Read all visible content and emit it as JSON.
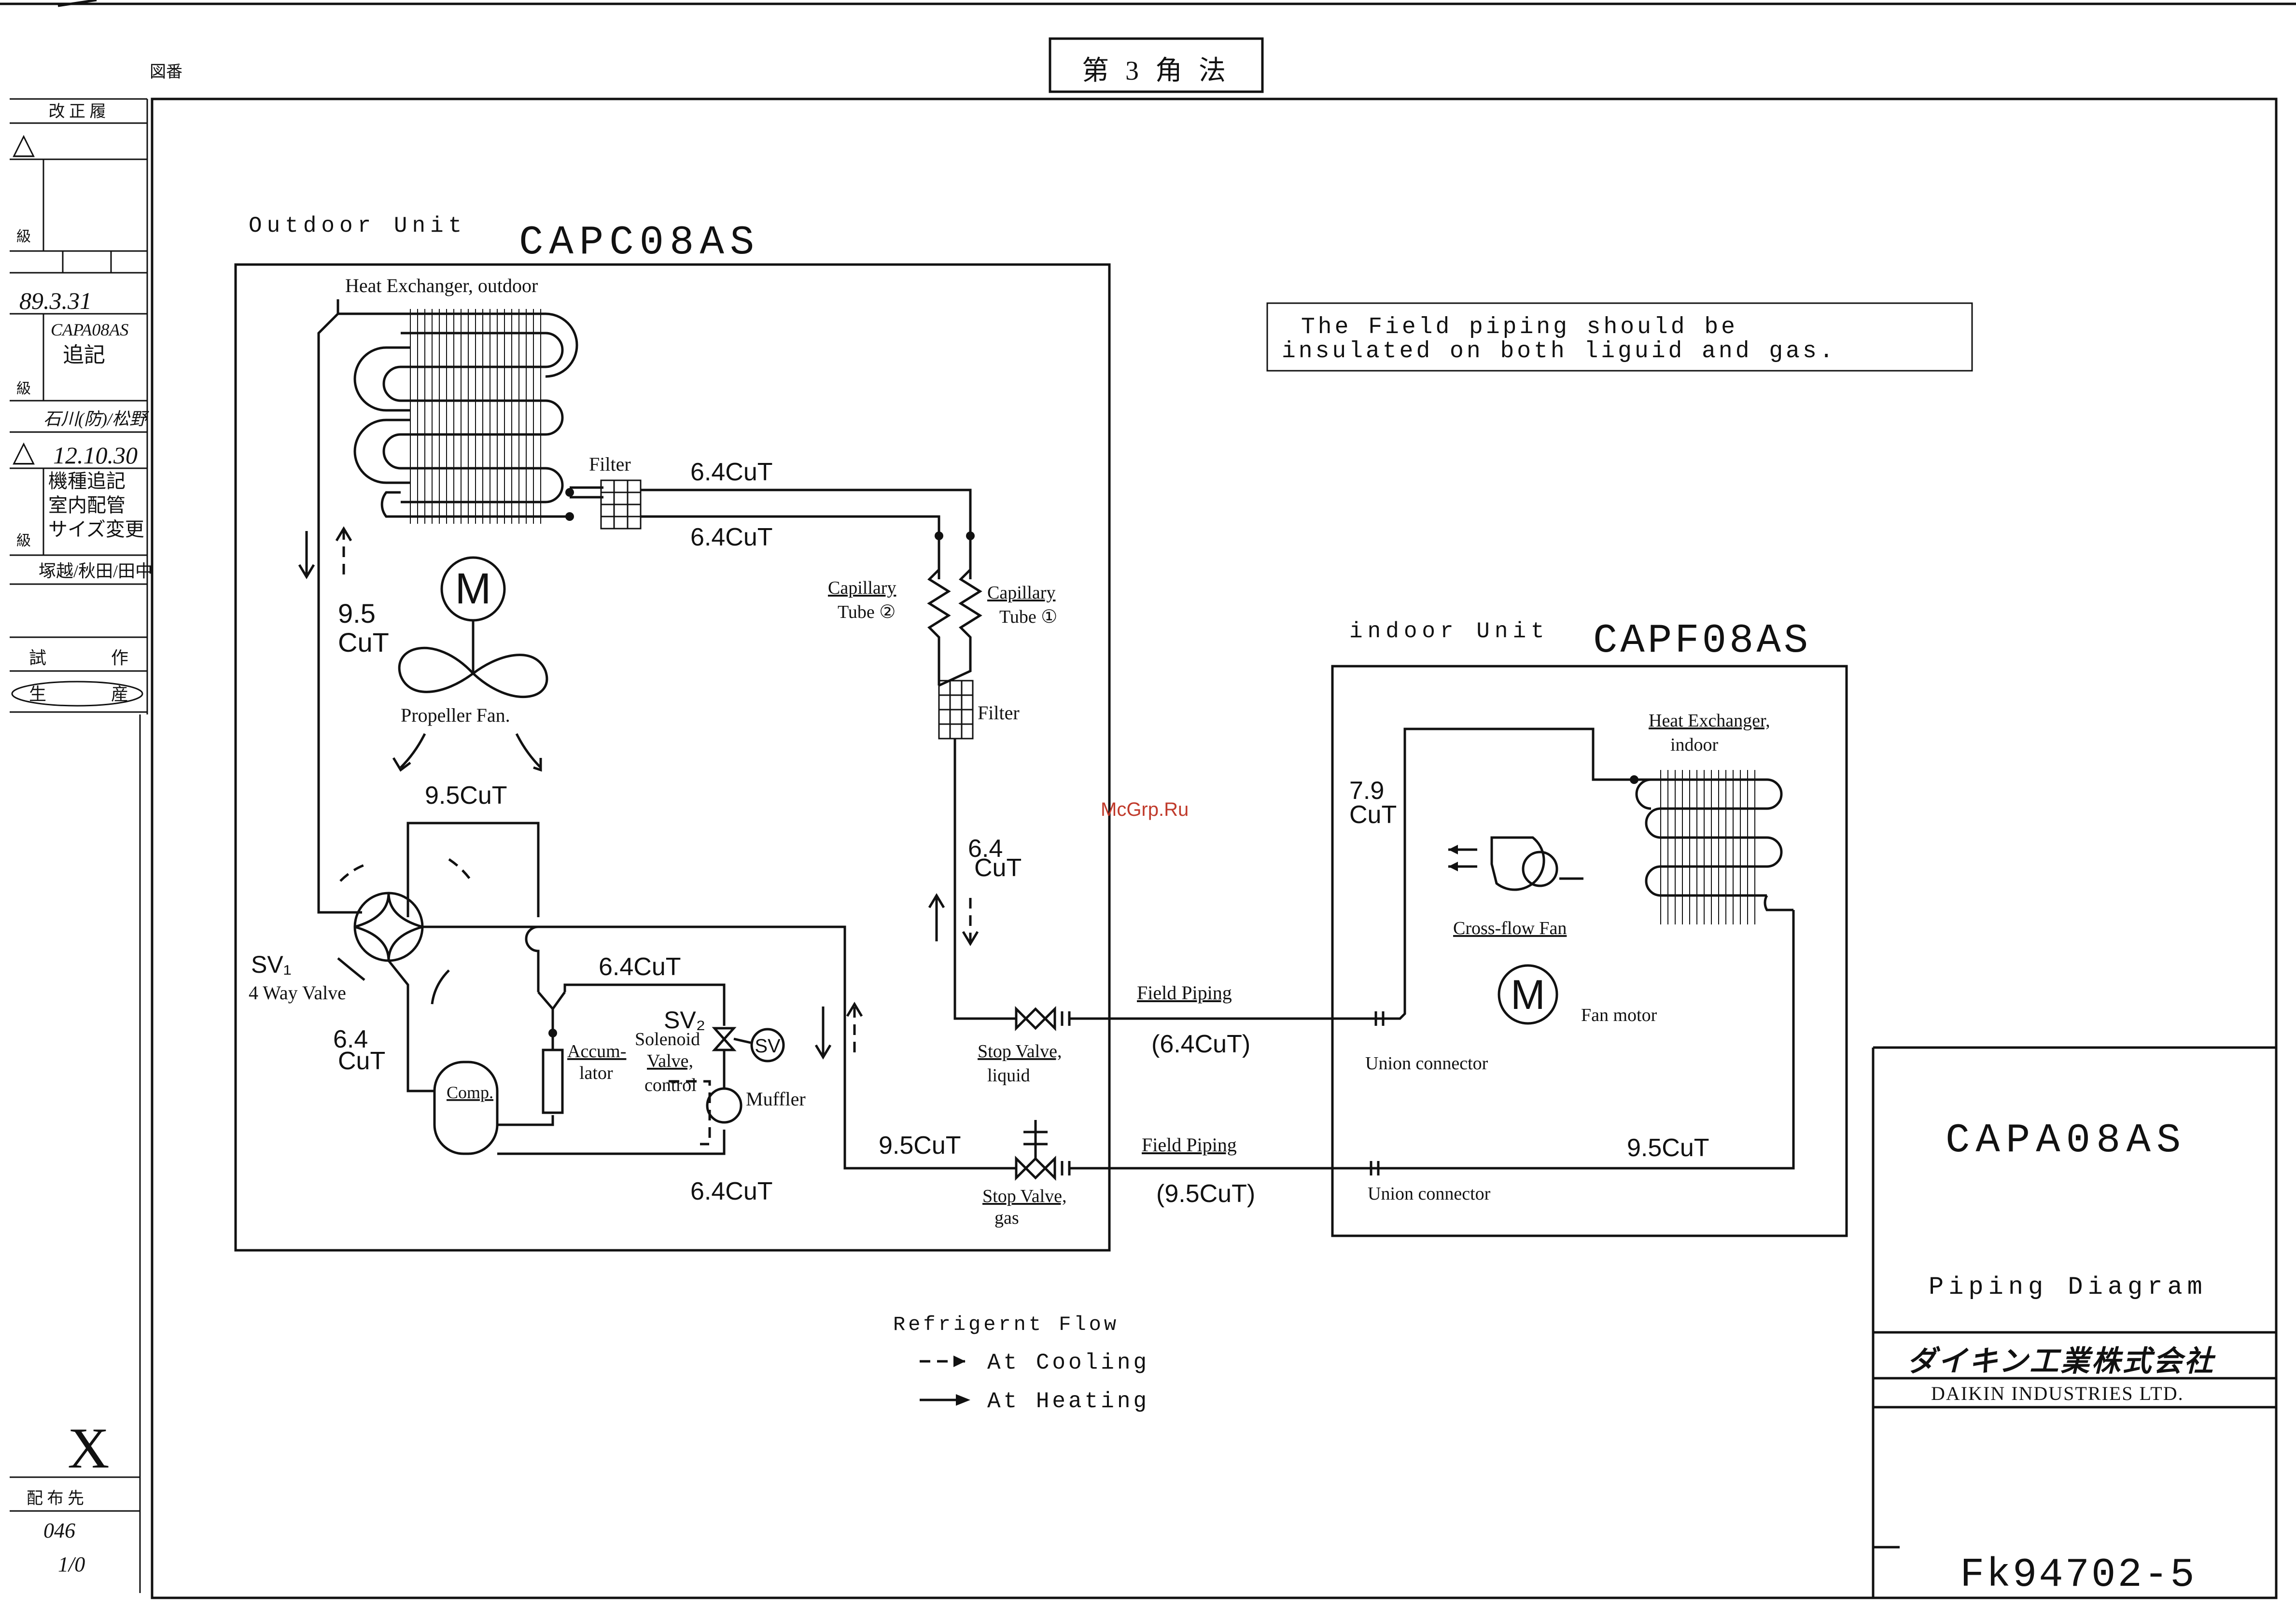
{
  "top_stamp": "第 3 角 法",
  "margin": {
    "label_zuban": "図番",
    "kaiteireki": "改 正 履",
    "row1_mark": "△",
    "row1_kyu": "級",
    "row2_date": "89.3.31",
    "row2_text1": "CAPA08AS",
    "row2_text2": "追記",
    "row2_kyu": "級",
    "row2_sign": "石川(防)/松野",
    "row3_date": "12.10.30",
    "row3_text1": "機種追記",
    "row3_text2": "室内配管",
    "row3_text3": "サイズ変更",
    "row3_kyu": "級",
    "row3_sign": "塚越/秋田/田中",
    "shisaku_1": "試",
    "shisaku_2": "作",
    "seisan_1": "生",
    "seisan_2": "産",
    "x_mark": "X",
    "haifusaki": "配 布 先",
    "haifu_num": "046",
    "haifu_num2": "1/0"
  },
  "outdoor": {
    "title_label": "Outdoor  Unit",
    "model": "CAPC08AS",
    "hx_label": "Heat Exchanger, outdoor",
    "filter_label": "Filter",
    "pipe_top": "6.4CuT",
    "pipe_second": "6.4CuT",
    "cap2_line1": "Capillary",
    "cap2_line2": "Tube ②",
    "cap1_line1": "Capillary",
    "cap1_line2": "Tube ①",
    "filter2_label": "Filter",
    "left_pipe_1": "9.5",
    "left_pipe_2": "CuT",
    "fan_motor_symbol": "M",
    "fan_label": "Propeller Fan.",
    "pipe_95_mid": "9.5CuT",
    "pipe_64_right_1": "6.4",
    "pipe_64_right_2": "CuT",
    "pipe_64_upper": "6.4CuT",
    "sv1_label": "SV₁",
    "way4_label": "4 Way Valve",
    "pipe_64_left_1": "6.4",
    "pipe_64_left_2": "CuT",
    "comp_label": "Comp.",
    "accum_1": "Accum-",
    "accum_2": "lator",
    "sv2_label": "SV₂",
    "sol_1": "Solenoid",
    "sol_2": "Valve,",
    "sol_3": "control",
    "sv_circle": "SV",
    "muffler": "Muffler",
    "pipe_64_bottom": "6.4CuT",
    "pipe_95_gas": "9.5CuT",
    "stop_liquid_1": "Stop Valve,",
    "stop_liquid_2": "liquid",
    "stop_gas_1": "Stop Valve,",
    "stop_gas_2": "gas"
  },
  "field": {
    "field_piping_1": "Field Piping",
    "field_size_1": "(6.4CuT)",
    "field_piping_2": "Field Piping",
    "field_size_2": "(9.5CuT)"
  },
  "indoor": {
    "title_label": "indoor  Unit",
    "model": "CAPF08AS",
    "hx_1": "Heat Exchanger,",
    "hx_2": "indoor",
    "pipe_79_1": "7.9",
    "pipe_79_2": "CuT",
    "crossflow": "Cross-flow Fan",
    "motor_symbol": "M",
    "fan_motor": "Fan motor",
    "union_1": "Union connector",
    "union_2": "Union connector",
    "pipe_95": "9.5CuT"
  },
  "note": {
    "line1": "The  Field  piping  should  be",
    "line2": "insulated  on  both  liguid  and  gas."
  },
  "legend": {
    "title": "Refrigernt  Flow",
    "cooling": "At  Cooling",
    "heating": "At  Heating"
  },
  "watermark": "McGrp.Ru",
  "title_block": {
    "model": "CAPA08AS",
    "title": "Piping  Diagram",
    "company_jp": "ダイキン工業株式会社",
    "company_en": "DAIKIN  INDUSTRIES  LTD.",
    "drawing_no": "Fk94702-5"
  }
}
